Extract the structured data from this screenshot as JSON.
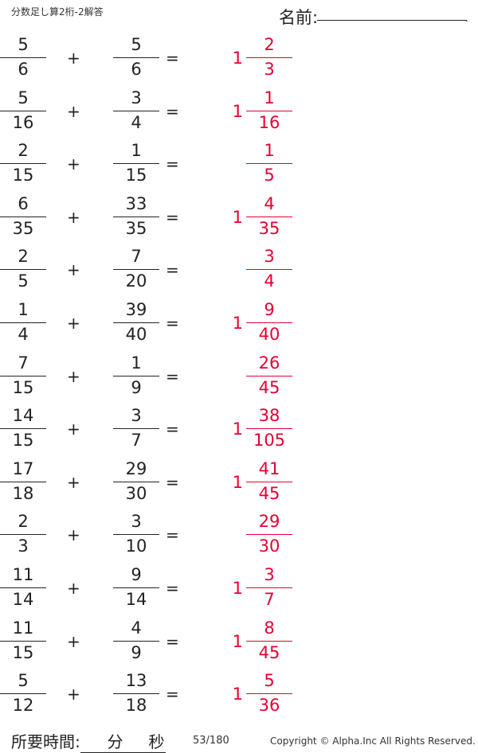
{
  "header": {
    "title": "分数足し算2桁-2解答",
    "name_label": "名前:",
    "name_end": "."
  },
  "problems": [
    {
      "a_num": "5",
      "a_den": "6",
      "b_num": "5",
      "b_den": "6",
      "whole": "1",
      "ans_num": "2",
      "ans_den": "3"
    },
    {
      "a_num": "5",
      "a_den": "16",
      "b_num": "3",
      "b_den": "4",
      "whole": "1",
      "ans_num": "1",
      "ans_den": "16"
    },
    {
      "a_num": "2",
      "a_den": "15",
      "b_num": "1",
      "b_den": "15",
      "whole": "",
      "ans_num": "1",
      "ans_den": "5"
    },
    {
      "a_num": "6",
      "a_den": "35",
      "b_num": "33",
      "b_den": "35",
      "whole": "1",
      "ans_num": "4",
      "ans_den": "35"
    },
    {
      "a_num": "2",
      "a_den": "5",
      "b_num": "7",
      "b_den": "20",
      "whole": "",
      "ans_num": "3",
      "ans_den": "4"
    },
    {
      "a_num": "1",
      "a_den": "4",
      "b_num": "39",
      "b_den": "40",
      "whole": "1",
      "ans_num": "9",
      "ans_den": "40"
    },
    {
      "a_num": "7",
      "a_den": "15",
      "b_num": "1",
      "b_den": "9",
      "whole": "",
      "ans_num": "26",
      "ans_den": "45"
    },
    {
      "a_num": "14",
      "a_den": "15",
      "b_num": "3",
      "b_den": "7",
      "whole": "1",
      "ans_num": "38",
      "ans_den": "105"
    },
    {
      "a_num": "17",
      "a_den": "18",
      "b_num": "29",
      "b_den": "30",
      "whole": "1",
      "ans_num": "41",
      "ans_den": "45"
    },
    {
      "a_num": "2",
      "a_den": "3",
      "b_num": "3",
      "b_den": "10",
      "whole": "",
      "ans_num": "29",
      "ans_den": "30"
    },
    {
      "a_num": "11",
      "a_den": "14",
      "b_num": "9",
      "b_den": "14",
      "whole": "1",
      "ans_num": "3",
      "ans_den": "7"
    },
    {
      "a_num": "11",
      "a_den": "15",
      "b_num": "4",
      "b_den": "9",
      "whole": "1",
      "ans_num": "8",
      "ans_den": "45"
    },
    {
      "a_num": "5",
      "a_den": "12",
      "b_num": "13",
      "b_den": "18",
      "whole": "1",
      "ans_num": "5",
      "ans_den": "36"
    }
  ],
  "symbols": {
    "plus": "+",
    "equals": "="
  },
  "footer": {
    "time_label": "所要時間:",
    "minutes_unit": "分",
    "seconds_unit": "秒",
    "page": "53/180",
    "copyright": "Copyright ©  Alpha.Inc All Rights Reserved."
  },
  "colors": {
    "answer": "#e60033",
    "text": "#222222"
  }
}
